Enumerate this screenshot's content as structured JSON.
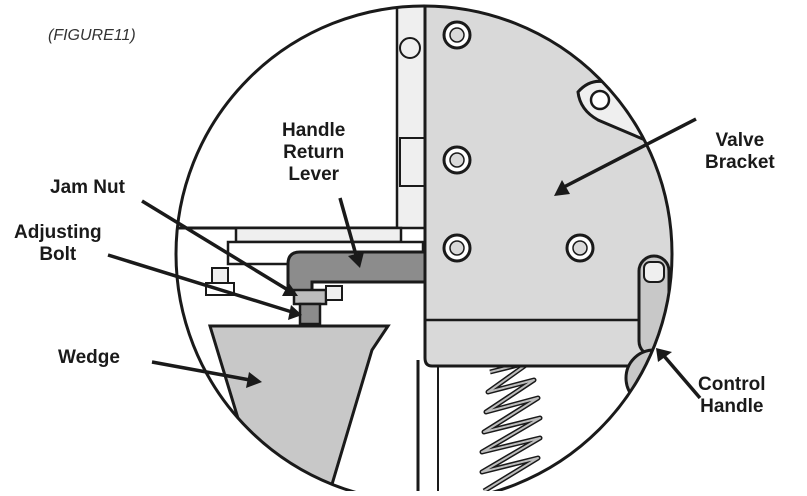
{
  "figure": {
    "caption": "(FIGURE11)"
  },
  "labels": {
    "handle_return_lever": [
      "Handle",
      "Return",
      "Lever"
    ],
    "jam_nut": "Jam Nut",
    "adjusting_bolt": [
      "Adjusting",
      "Bolt"
    ],
    "wedge": "Wedge",
    "valve_bracket": [
      "Valve",
      "Bracket"
    ],
    "control_handle": [
      "Control",
      "Handle"
    ]
  },
  "colors": {
    "line": "#1a1a1a",
    "bracket_fill": "#d9d9d9",
    "lever_fill": "#8c8c8c",
    "wedge_fill": "#c8c8c8",
    "light_fill": "#efefef"
  }
}
